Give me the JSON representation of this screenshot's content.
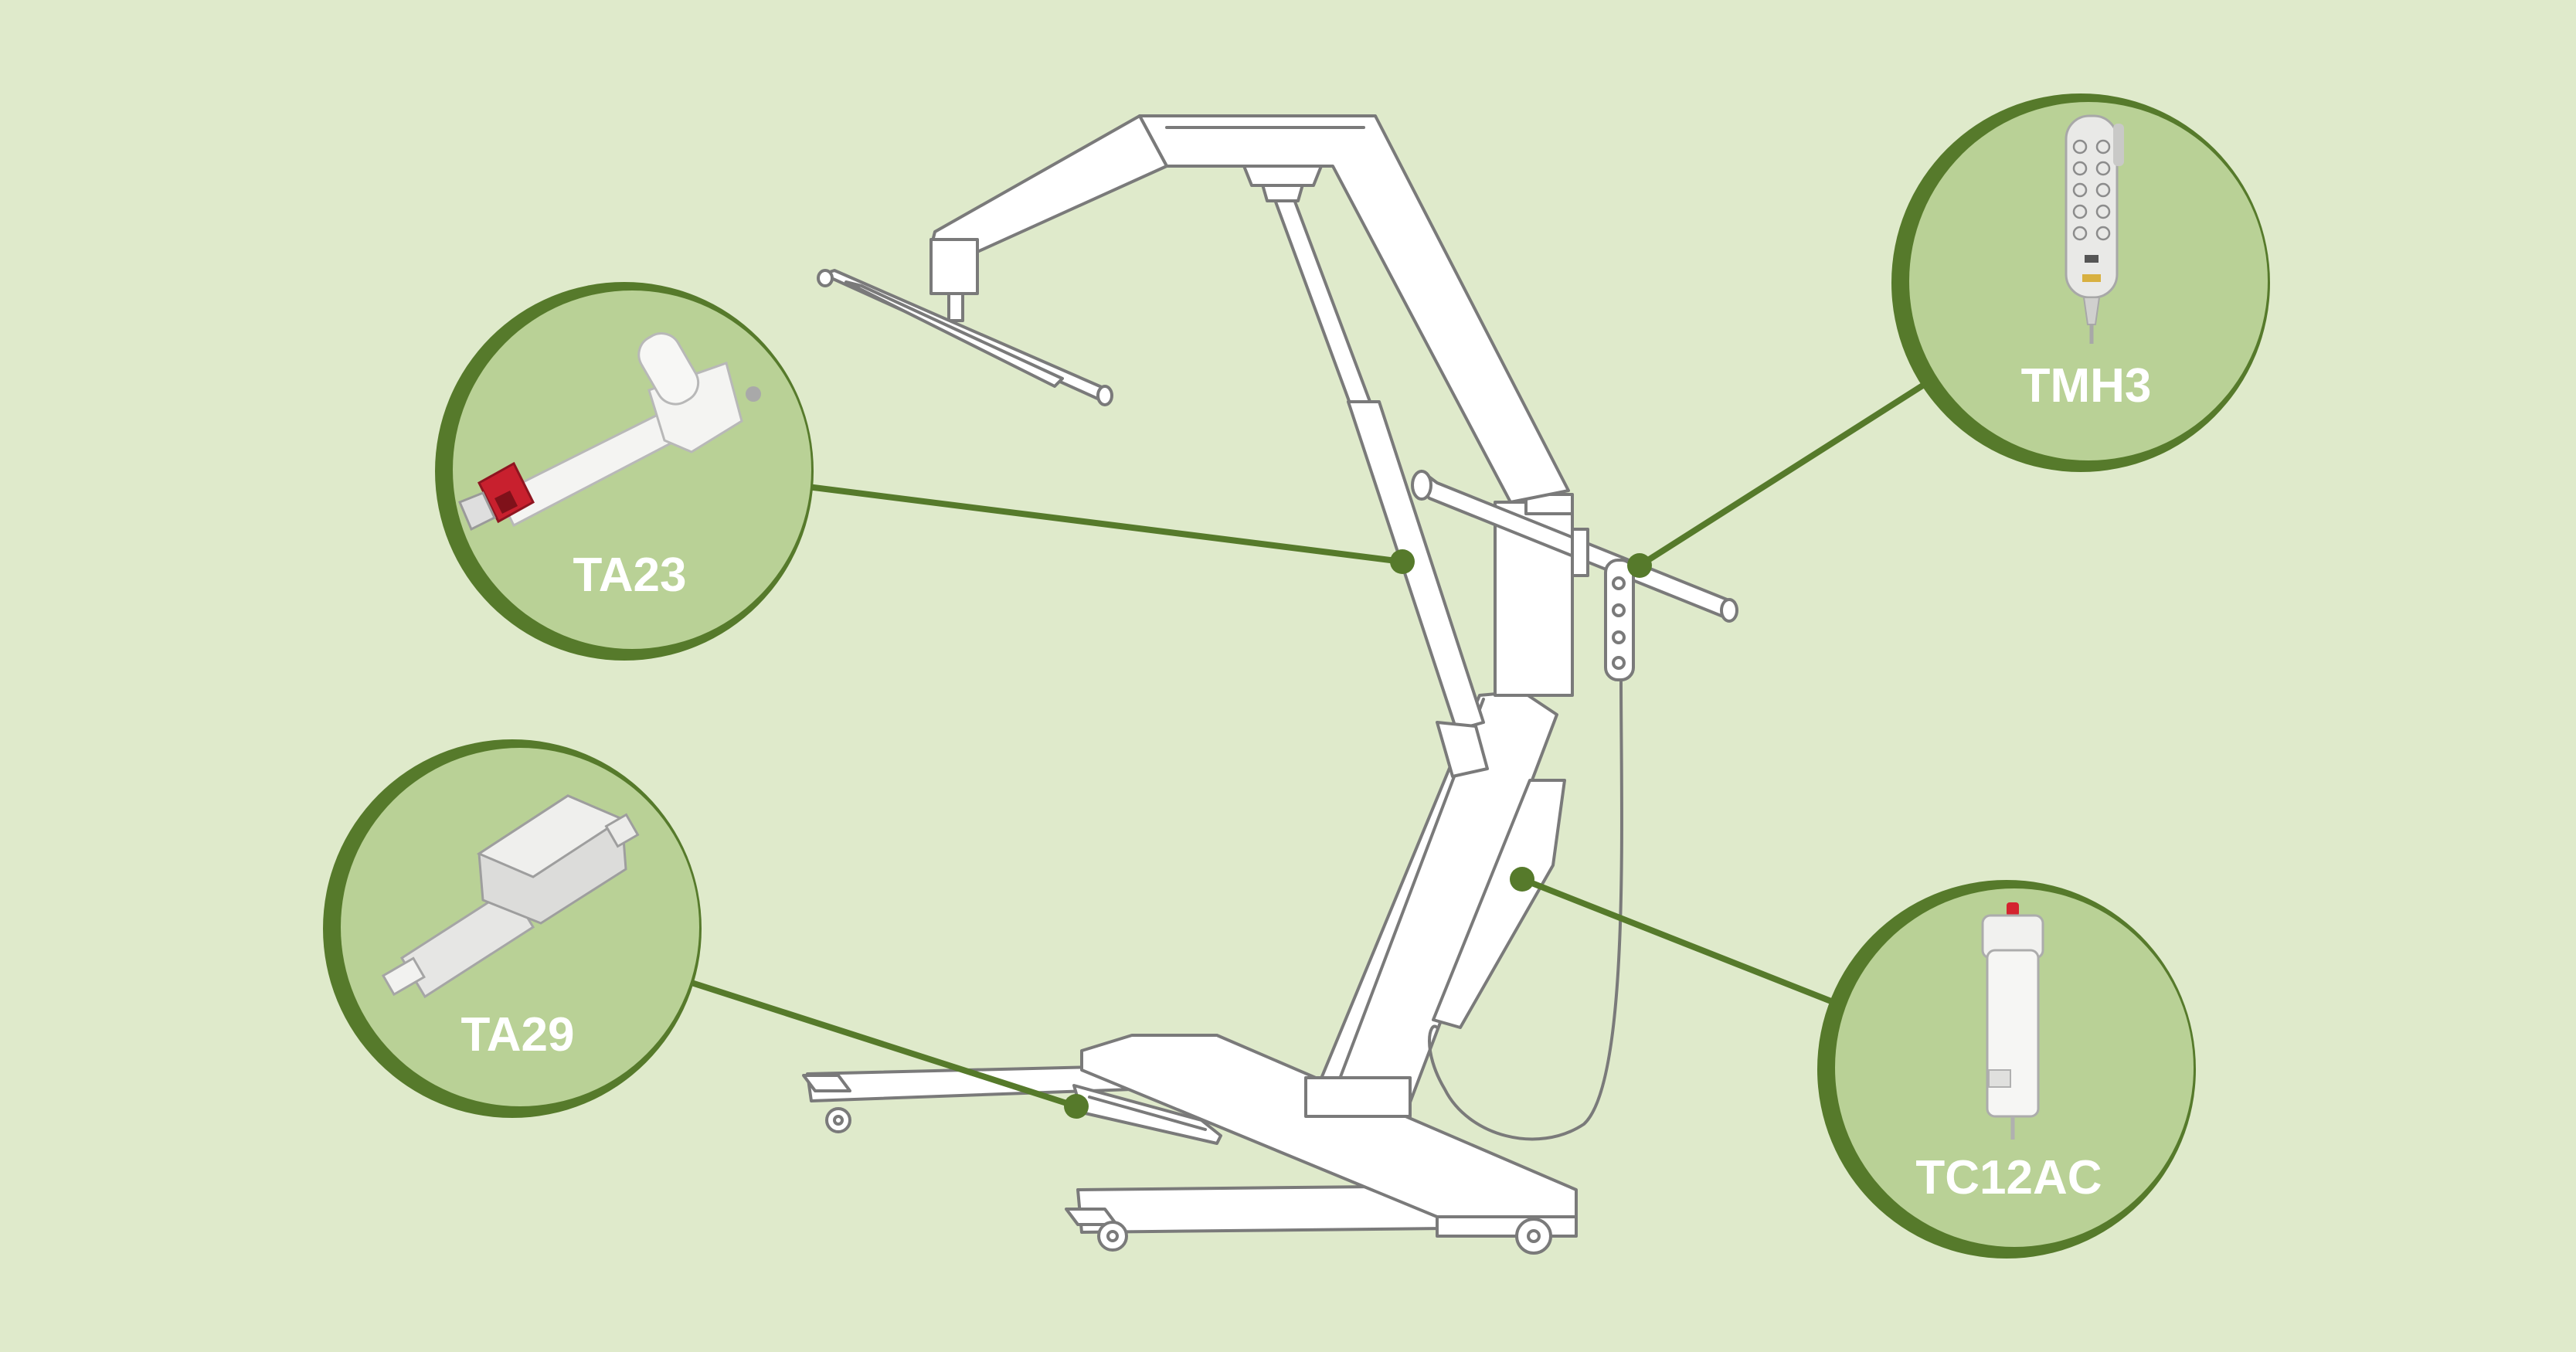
{
  "components": [
    {
      "id": "ta23",
      "label": "TA23",
      "kind": "linear-actuator",
      "accent": "#c8202e"
    },
    {
      "id": "ta29",
      "label": "TA29",
      "kind": "linear-actuator"
    },
    {
      "id": "tmh3",
      "label": "TMH3",
      "kind": "handset"
    },
    {
      "id": "tc12ac",
      "label": "TC12AC",
      "kind": "control-box",
      "accent": "#d4242f"
    }
  ],
  "colors": {
    "background": "#dfeacb",
    "badge": "#b9d196",
    "accent_green": "#567a2b",
    "frame_stroke": "#7a7a7a",
    "label": "#ffffff"
  }
}
